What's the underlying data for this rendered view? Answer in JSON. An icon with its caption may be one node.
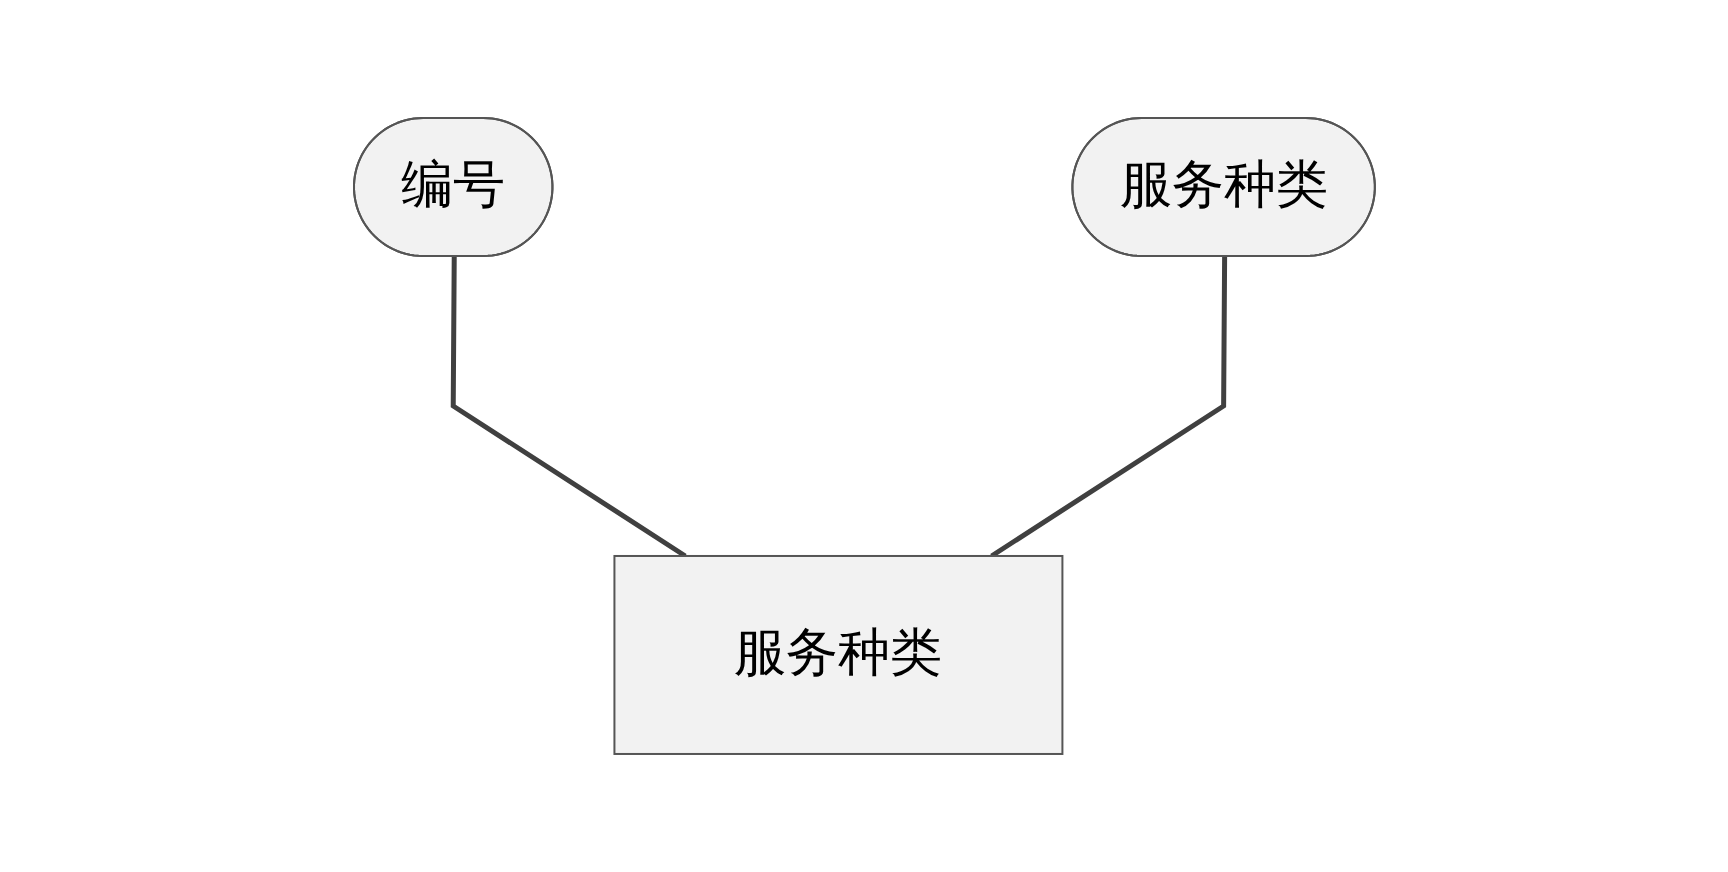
{
  "diagram": {
    "nodes": [
      {
        "text": [
          "编号"
        ]
      },
      {
        "text": [
          "服务种类"
        ]
      },
      {
        "text": [
          "服务种类"
        ]
      }
    ],
    "edges": [
      {
        "from": 0,
        "to": 2,
        "arrow": "none"
      },
      {
        "from": 1,
        "to": 2,
        "arrow": "none"
      }
    ]
  }
}
